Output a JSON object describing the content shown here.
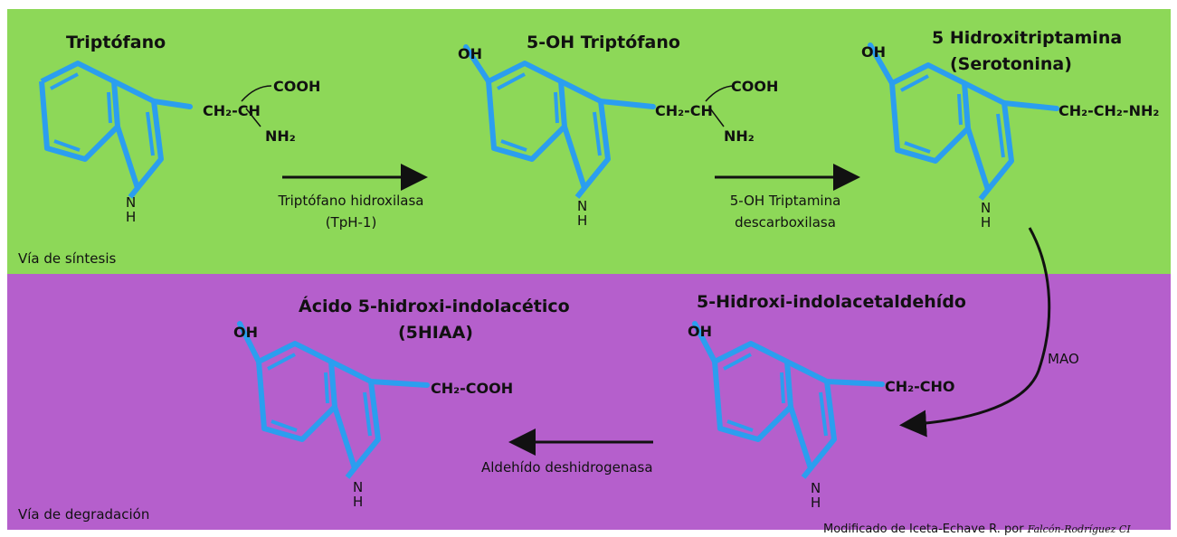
{
  "colors": {
    "synthesis_band": "#8dd858",
    "degradation_band": "#b55fcc",
    "ring": "#2b9eef",
    "arrow": "#111111"
  },
  "sections": {
    "synthesis": "Vía de síntesis",
    "degradation": "Vía de degradación"
  },
  "molecules": {
    "tryptophan": {
      "name": "Triptófano",
      "cooh": "COOH",
      "chain": "CH₂-CH",
      "nh2": "NH₂",
      "n": "N",
      "h": "H"
    },
    "oh_tryptophan": {
      "name": "5-OH Triptófano",
      "oh": "OH",
      "cooh": "COOH",
      "chain": "CH₂-CH",
      "nh2": "NH₂",
      "n": "N",
      "h": "H"
    },
    "serotonin": {
      "name_line1": "5 Hidroxitriptamina",
      "name_line2": "(Serotonina)",
      "oh": "OH",
      "chain": "CH₂-CH₂-NH₂",
      "n": "N",
      "h": "H"
    },
    "acetaldehyde": {
      "name": "5-Hidroxi-indolacetaldehído",
      "oh": "OH",
      "chain": "CH₂-CHO",
      "n": "N",
      "h": "H"
    },
    "hiaa": {
      "name_line1": "Ácido 5-hidroxi-indolacético",
      "name_line2": "(5HIAA)",
      "oh": "OH",
      "chain": "CH₂-COOH",
      "n": "N",
      "h": "H"
    }
  },
  "enzymes": {
    "tph_line1": "Triptófano hidroxilasa",
    "tph_line2": "(TpH-1)",
    "ddc_line1": "5-OH Triptamina",
    "ddc_line2": "descarboxilasa",
    "mao": "MAO",
    "aldh": "Aldehído deshidrogenasa"
  },
  "credit": {
    "text": "Modificado de Iceta-Echave R. por",
    "signature": "Falcón-Rodríguez CI"
  }
}
